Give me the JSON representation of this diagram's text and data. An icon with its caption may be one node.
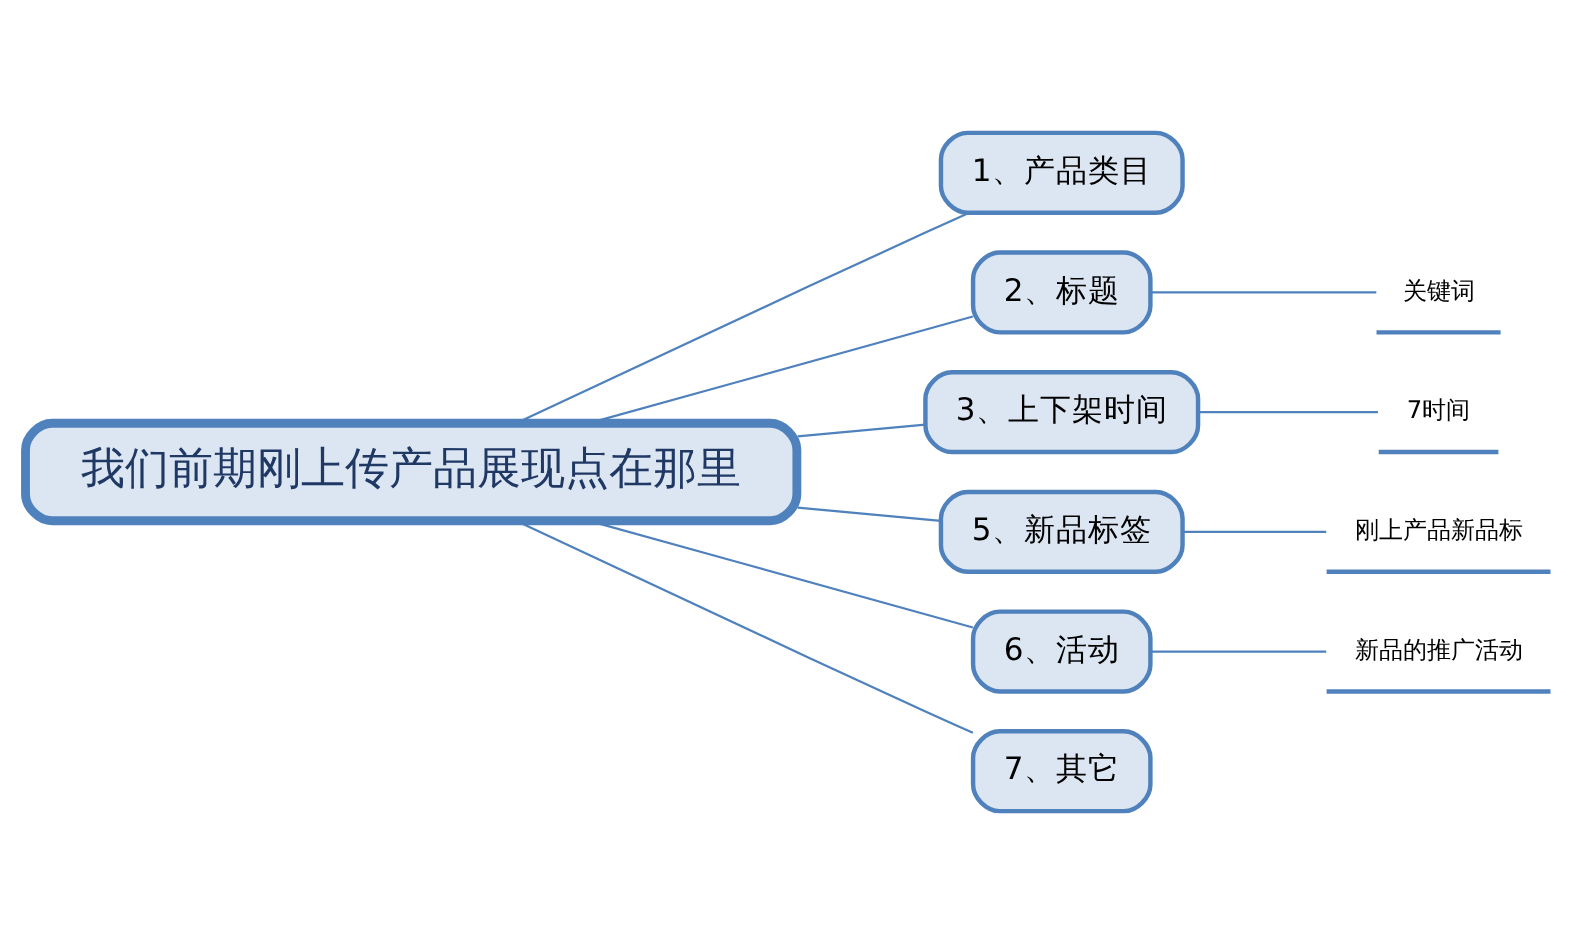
{
  "diagram": {
    "nodes": [
      {
        "text": [
          "我们前期刚上传产品展现点在那里"
        ]
      },
      {
        "text": [
          "1、产品类目"
        ]
      },
      {
        "text": [
          "2、标题"
        ]
      },
      {
        "text": [
          "3、上下架时间"
        ]
      },
      {
        "text": [
          "5、新品标签"
        ]
      },
      {
        "text": [
          "6、活动"
        ]
      },
      {
        "text": [
          "7、其它"
        ]
      },
      {
        "text": [
          "关键词"
        ]
      },
      {
        "text": [
          "7时间"
        ]
      },
      {
        "text": [
          "刚上产品新品标"
        ]
      },
      {
        "text": [
          "新品的推广活动"
        ]
      }
    ],
    "edges": [
      {
        "from": 0,
        "to": 1,
        "arrow": "none"
      },
      {
        "from": 0,
        "to": 2,
        "arrow": "none"
      },
      {
        "from": 0,
        "to": 3,
        "arrow": "none"
      },
      {
        "from": 0,
        "to": 4,
        "arrow": "none"
      },
      {
        "from": 0,
        "to": 5,
        "arrow": "none"
      },
      {
        "from": 0,
        "to": 6,
        "arrow": "none"
      },
      {
        "from": 2,
        "to": 7,
        "arrow": "none"
      },
      {
        "from": 3,
        "to": 8,
        "arrow": "none"
      },
      {
        "from": 4,
        "to": 9,
        "arrow": "none"
      },
      {
        "from": 5,
        "to": 10,
        "arrow": "none"
      }
    ]
  }
}
